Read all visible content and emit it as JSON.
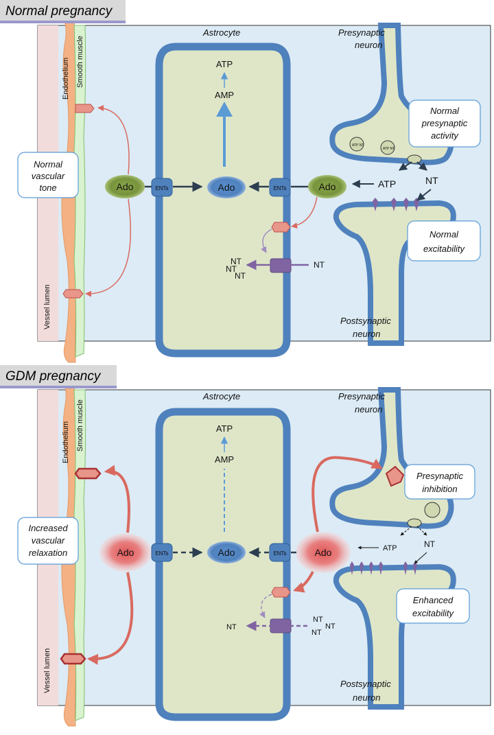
{
  "panels": [
    {
      "id": "normal",
      "title": "Normal pregnancy",
      "labels": {
        "astrocyte": "Astrocyte",
        "presynaptic_l1": "Presynaptic",
        "presynaptic_l2": "neuron",
        "postsynaptic_l1": "Postsynaptic",
        "postsynaptic_l2": "neuron",
        "endothelium": "Endothelium",
        "smooth_muscle": "Smooth muscle",
        "vessel_lumen": "Vessel lumen",
        "atp_inner": "ATP",
        "amp_inner": "AMP",
        "ado_inner": "Ado",
        "ado_left": "Ado",
        "ado_right": "Ado",
        "ents_left": "ENTs",
        "ents_right": "ENTs",
        "atp_synapse": "ATP",
        "nt_synapse": "NT",
        "nt_transporter": "NT",
        "nt_astro_1": "NT",
        "nt_astro_2": "NT",
        "nt_astro_3": "NT",
        "vesicle_1": "ATP NT",
        "vesicle_2": "ATP NT"
      },
      "boxes": {
        "vascular_l1": "Normal",
        "vascular_l2": "vascular",
        "vascular_l3": "tone",
        "pre_l1": "Normal",
        "pre_l2": "presynaptic",
        "pre_l3": "activity",
        "post_l1": "Normal",
        "post_l2": "excitability"
      }
    },
    {
      "id": "gdm",
      "title": "GDM pregnancy",
      "labels": {
        "astrocyte": "Astrocyte",
        "presynaptic_l1": "Presynaptic",
        "presynaptic_l2": "neuron",
        "postsynaptic_l1": "Postsynaptic",
        "postsynaptic_l2": "neuron",
        "endothelium": "Endothelium",
        "smooth_muscle": "Smooth muscle",
        "vessel_lumen": "Vessel lumen",
        "atp_inner": "ATP",
        "amp_inner": "AMP",
        "ado_inner": "Ado",
        "ado_left": "Ado",
        "ado_right": "Ado",
        "ents_left": "ENTs",
        "ents_right": "ENTs",
        "atp_synapse": "ATP",
        "nt_synapse": "NT",
        "nt_transporter": "NT",
        "nt_astro_1": "NT",
        "nt_astro_2": "NT",
        "nt_astro_3": "NT"
      },
      "boxes": {
        "vascular_l1": "Increased",
        "vascular_l2": "vascular",
        "vascular_l3": "relaxation",
        "pre_l1": "Presynaptic",
        "pre_l2": "inhibition",
        "post_l1": "Enhanced",
        "post_l2": "excitability"
      }
    }
  ],
  "colors": {
    "background": "#dcebf5",
    "astrocyte_fill": "#dfe6c8",
    "astrocyte_border": "#4f81bd",
    "ado_green": "#77933c",
    "ado_blue": "#4f81bd",
    "ado_red": "#e06060",
    "arrow_dark": "#2c3e50",
    "arrow_red": "#d9695f",
    "receptor": "#e8958a",
    "transporter": "#8064a2",
    "endothelium": "#f4b183",
    "smooth_muscle": "#d9f2d0",
    "vessel_lumen": "#f2dcdb"
  }
}
